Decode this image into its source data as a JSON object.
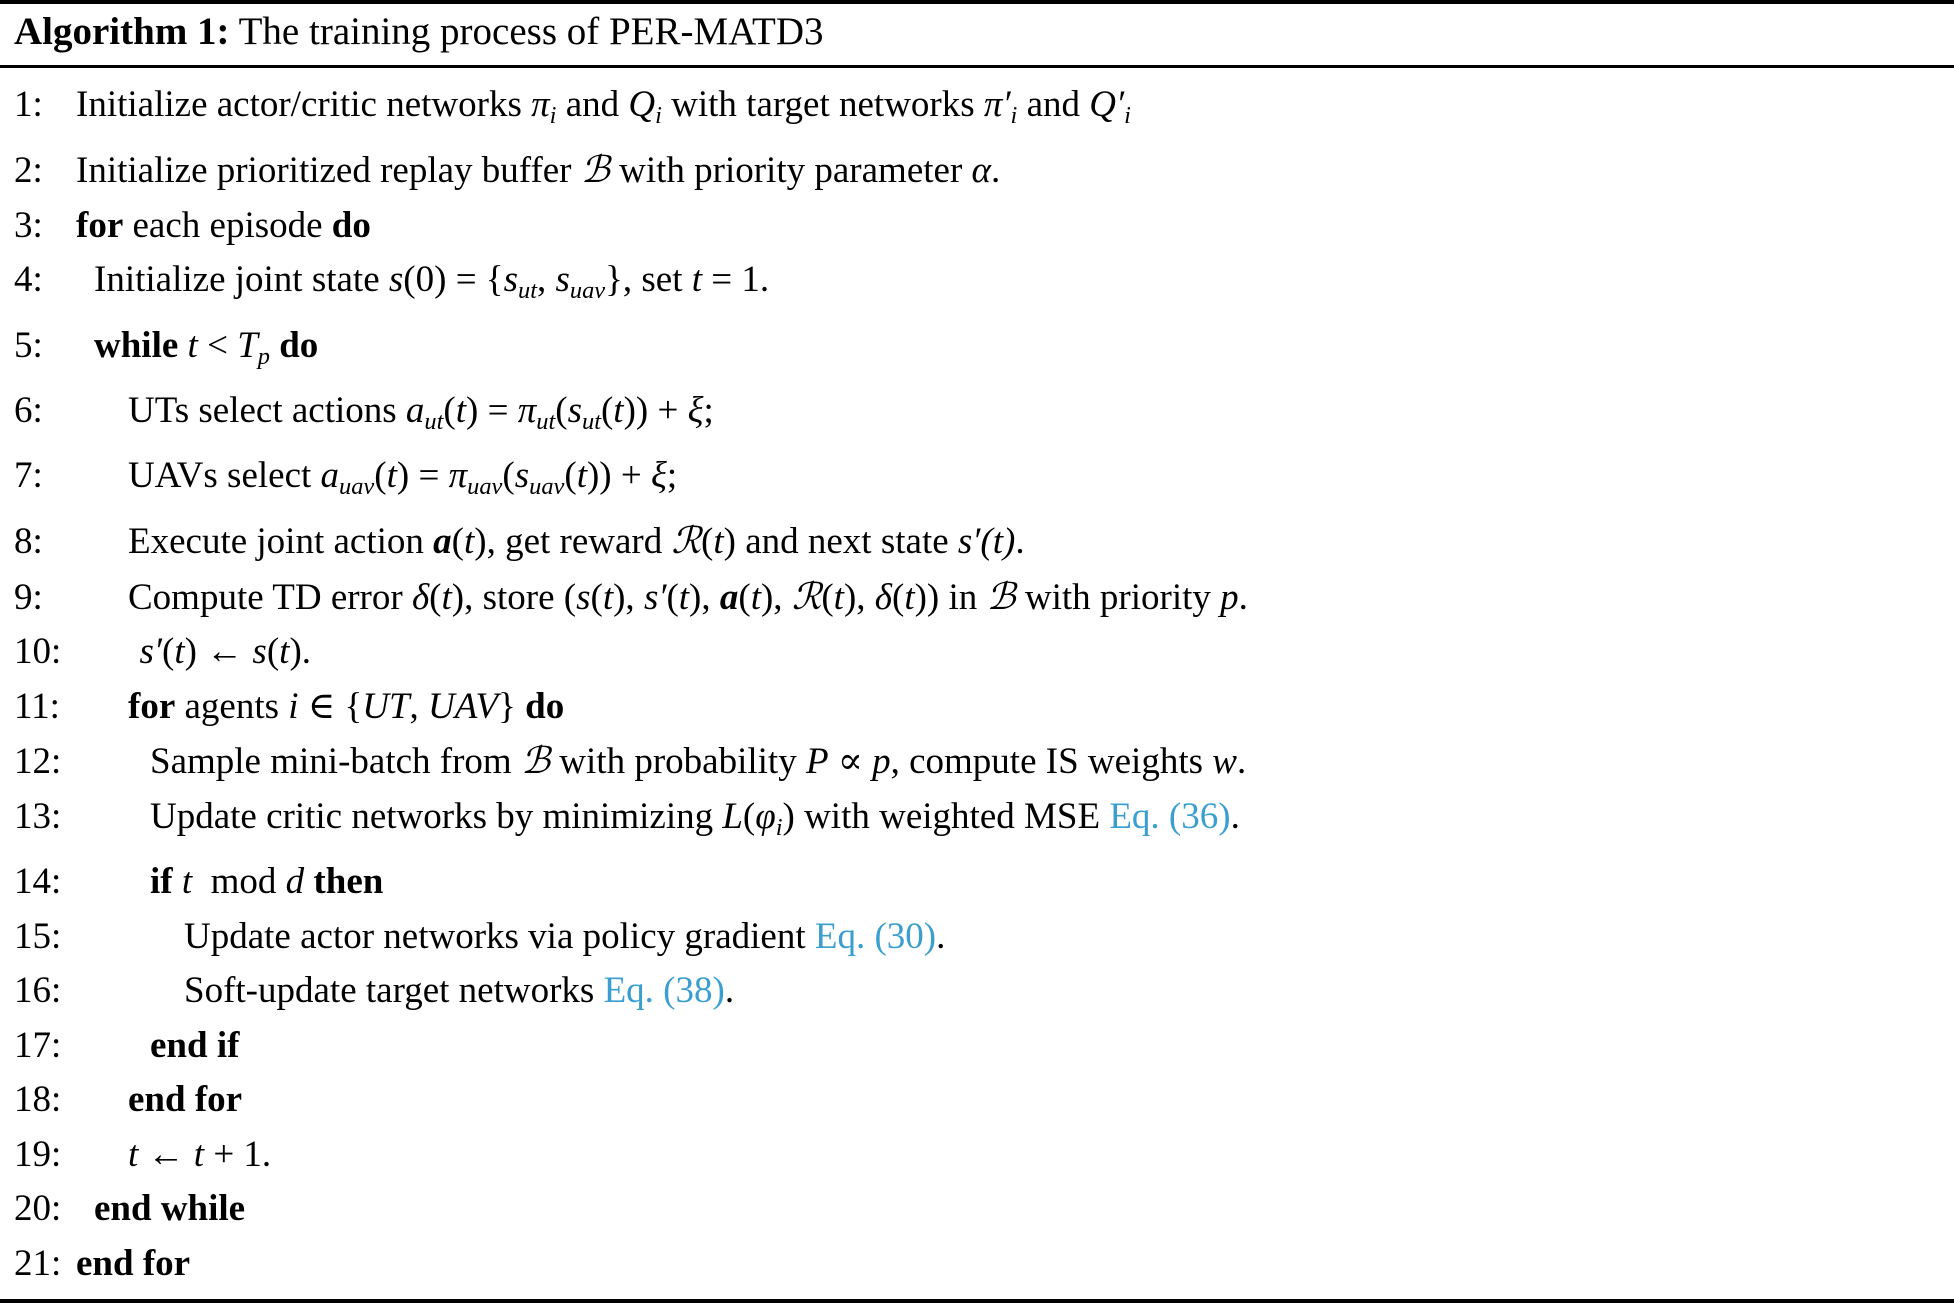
{
  "algorithm": {
    "caption_label": "Algorithm 1:",
    "caption_title": "The training process of PER-MATD3",
    "accent_color": "#3a9fd0",
    "lines": [
      {
        "no": "1:",
        "indent": 0,
        "text": "Initialize actor/critic networks πi and Qi with target networks π′i and Q′i"
      },
      {
        "no": "2:",
        "indent": 0,
        "text": "Initialize prioritized replay buffer ℬ with priority parameter α."
      },
      {
        "no": "3:",
        "indent": 0,
        "text": "for each episode do"
      },
      {
        "no": "4:",
        "indent": 1,
        "text": "Initialize joint state s(0) = {sut, suav}, set t = 1."
      },
      {
        "no": "5:",
        "indent": 1,
        "text": "while t < Tp do"
      },
      {
        "no": "6:",
        "indent": 2,
        "text": "UTs select actions aut(t) = πut(sut(t)) + ξ;"
      },
      {
        "no": "7:",
        "indent": 2,
        "text": "UAVs select auav(t) = πuav(suav(t)) + ξ;"
      },
      {
        "no": "8:",
        "indent": 2,
        "text": "Execute joint action a(t), get reward ℛ(t) and next state s′(t)."
      },
      {
        "no": "9:",
        "indent": 2,
        "text": "Compute TD error δ(t), store (s(t), s′(t), a(t), ℛ(t), δ(t)) in ℬ with priority p."
      },
      {
        "no": "10:",
        "indent": 2,
        "text": "s′(t) ← s(t)."
      },
      {
        "no": "11:",
        "indent": 2,
        "text": "for agents i ∈ {UT, UAV} do"
      },
      {
        "no": "12:",
        "indent": 3,
        "text": "Sample mini-batch from ℬ with probability P ∝ p, compute IS weights w."
      },
      {
        "no": "13:",
        "indent": 3,
        "text": "Update critic networks by minimizing L(φi) with weighted MSE Eq. (36)."
      },
      {
        "no": "14:",
        "indent": 3,
        "text": "if t mod d then"
      },
      {
        "no": "15:",
        "indent": 4,
        "text": "Update actor networks via policy gradient Eq. (30)."
      },
      {
        "no": "16:",
        "indent": 4,
        "text": "Soft-update target networks Eq. (38)."
      },
      {
        "no": "17:",
        "indent": 3,
        "text": "end if"
      },
      {
        "no": "18:",
        "indent": 2,
        "text": "end for"
      },
      {
        "no": "19:",
        "indent": 2,
        "text": "t ← t + 1."
      },
      {
        "no": "20:",
        "indent": 1,
        "text": "end while"
      },
      {
        "no": "21:",
        "indent": 0,
        "text": "end for"
      }
    ],
    "equation_refs": [
      "Eq. (36)",
      "Eq. (30)",
      "Eq. (38)"
    ]
  }
}
